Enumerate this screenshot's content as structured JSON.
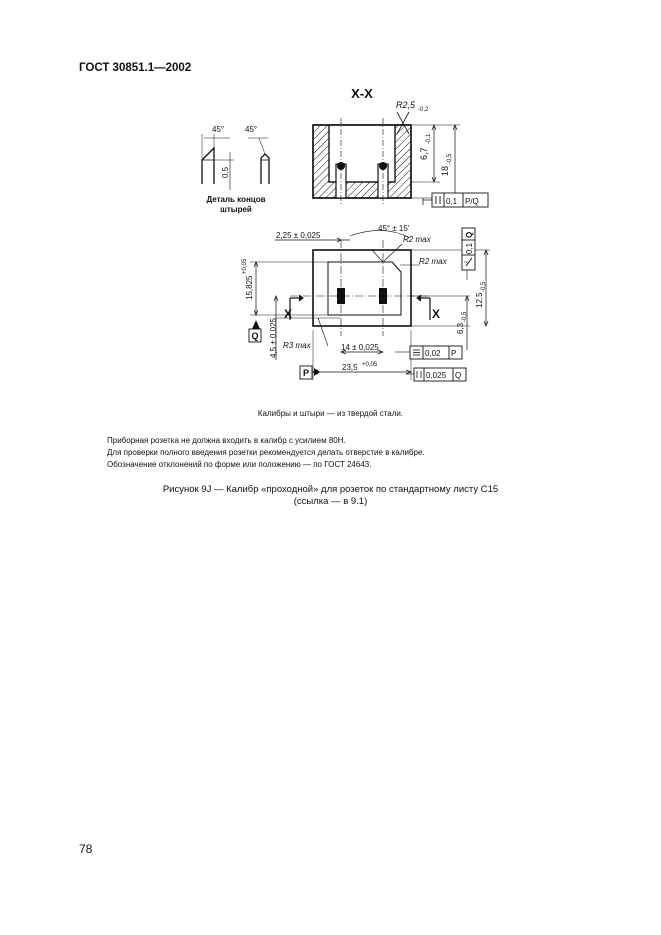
{
  "header": {
    "standard": "ГОСТ 30851.1—2002"
  },
  "drawing": {
    "section_title": "X-X",
    "detail": {
      "angle_left": "45°",
      "angle_right": "45°",
      "dim_05": "0,5",
      "caption_line1": "Деталь концов",
      "caption_line2": "штырей"
    },
    "section": {
      "radius": "R2,5",
      "radius_tol": "-0,2",
      "dim_67": "6,7",
      "dim_67_tol": "-0,1",
      "dim_18": "18",
      "dim_18_tol": "-0,5",
      "tolerance_frame": [
        "0,1",
        "P/Q"
      ]
    },
    "plan": {
      "dim_225": "2,25 ± 0,025",
      "angle": "45° ± 15'",
      "r2_upper": "R2 max",
      "r2_lower": "R2 max",
      "dim_15825": "15,825",
      "dim_15825_tol": "+0,05",
      "dim_45": "4,5 ± 0,025",
      "r3": "R3 max",
      "dim_14": "14 ± 0,025",
      "dim_235": "23,5",
      "dim_235_tol": "+0,05",
      "dim_125": "12,5",
      "dim_125_tol": "-0,5",
      "dim_63": "6,3",
      "dim_63_tol": "-0,5",
      "section_mark": "X",
      "datum_q": "Q",
      "datum_p": "P",
      "frame_side": [
        "0,1",
        "Q"
      ],
      "frame_002": [
        "0,02",
        "P"
      ],
      "frame_0025": [
        "0,025",
        "Q"
      ]
    }
  },
  "material_note": "Калибры и штыри — из твердой стали.",
  "notes": [
    "Приборная розетка не должна входить в калибр с усилием 80Н.",
    "Для проверки полного введения розетки рекомендуется делать отверстие в калибре.",
    "Обозначение отклонений по форме или положению — по ГОСТ 24643."
  ],
  "figure_caption": {
    "line1": "Рисунок 9J — Калибр «проходной» для розеток по стандартному листу С15",
    "line2": "(ссылка — в 9.1)"
  },
  "page_number": "78"
}
